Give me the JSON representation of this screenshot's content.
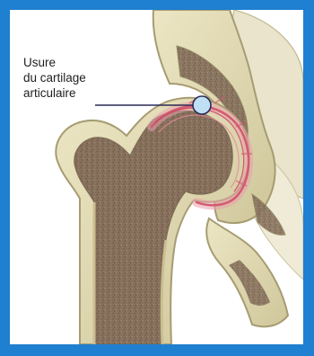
{
  "callout": {
    "line1": "Usure",
    "line2": "du cartilage",
    "line3": "articulaire"
  },
  "colors": {
    "frame": "#1f7fd0",
    "bone": "#ddd6ae",
    "bone_shadow": "#b9b086",
    "marrow": "#86705c",
    "inflamed_cartilage": "#d35a6f",
    "marker": "#bfe0f4",
    "leader_line": "#2a2a55"
  }
}
